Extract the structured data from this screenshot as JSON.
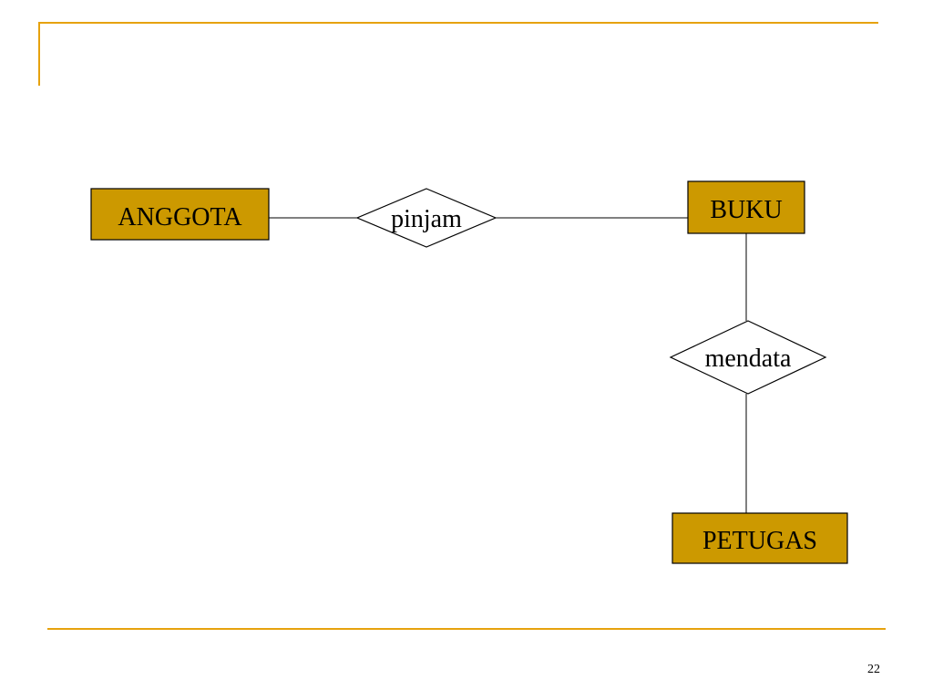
{
  "slide": {
    "accent_color": "#E6A20E",
    "page_number": "22"
  },
  "diagram": {
    "entity_fill": "#CC9900",
    "entities": {
      "anggota": "ANGGOTA",
      "buku": "BUKU",
      "petugas": "PETUGAS"
    },
    "relationships": {
      "pinjam": "pinjam",
      "mendata": "mendata"
    }
  }
}
